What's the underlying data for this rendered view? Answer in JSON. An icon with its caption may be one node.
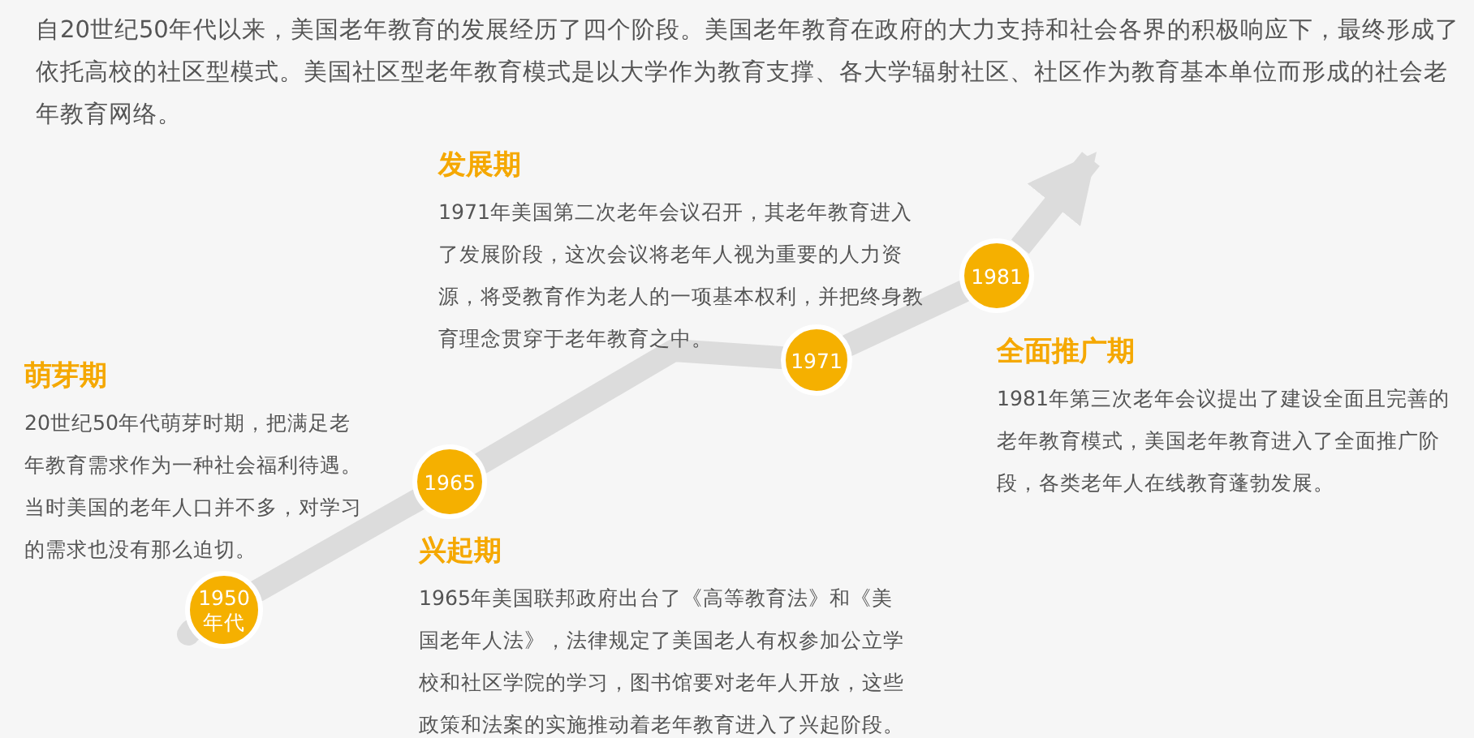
{
  "diagram": {
    "title": "自20世纪50年代以来，美国老年教育的发展经历了四个阶段。美国老年教育在政府的大力支持和社会各界的积极响应下，最终形成了依托高校的社区型模式。美国社区型老年教育模式是以大学作为教育支撑、各大学辐射社区、社区作为教育基本单位而形成的社会老年教育网络。",
    "nodes": [
      {
        "text": [
          "1950年代"
        ]
      },
      {
        "text": [
          "1965"
        ]
      },
      {
        "text": [
          "1971"
        ]
      },
      {
        "text": [
          "1981"
        ]
      },
      {
        "text": [
          "萌芽期",
          "20世纪50年代萌芽时期，把满足老年教育需求作为一种社会福利待遇。当时美国的老年人口并不多，对学习的需求也没有那么迫切。"
        ]
      },
      {
        "text": [
          "兴起期",
          "1965年美国联邦政府出台了《高等教育法》和《美国老年人法》，法律规定了美国老人有权参加公立学校和社区学院的学习，图书馆要对老年人开放，这些政策和法案的实施推动着老年教育进入了兴起阶段。"
        ]
      },
      {
        "text": [
          "发展期",
          "1971年美国第二次老年会议召开，其老年教育进入了发展阶段，这次会议将老年人视为重要的人力资源，将受教育作为老人的一项基本权利，并把终身教育理念贯穿于老年教育之中。"
        ]
      },
      {
        "text": [
          "全面推广期",
          "1981年第三次老年会议提出了建设全面且完善的老年教育模式，美国老年教育进入了全面推广阶段，各类老年人在线教育蓬勃发展。"
        ]
      }
    ],
    "edges": [
      {
        "from": 0,
        "to": 1,
        "arrow": "none"
      },
      {
        "from": 1,
        "to": 2,
        "arrow": "none"
      },
      {
        "from": 2,
        "to": 3,
        "arrow": "none"
      },
      {
        "from": 3,
        "to": null,
        "arrow": "to"
      }
    ]
  }
}
